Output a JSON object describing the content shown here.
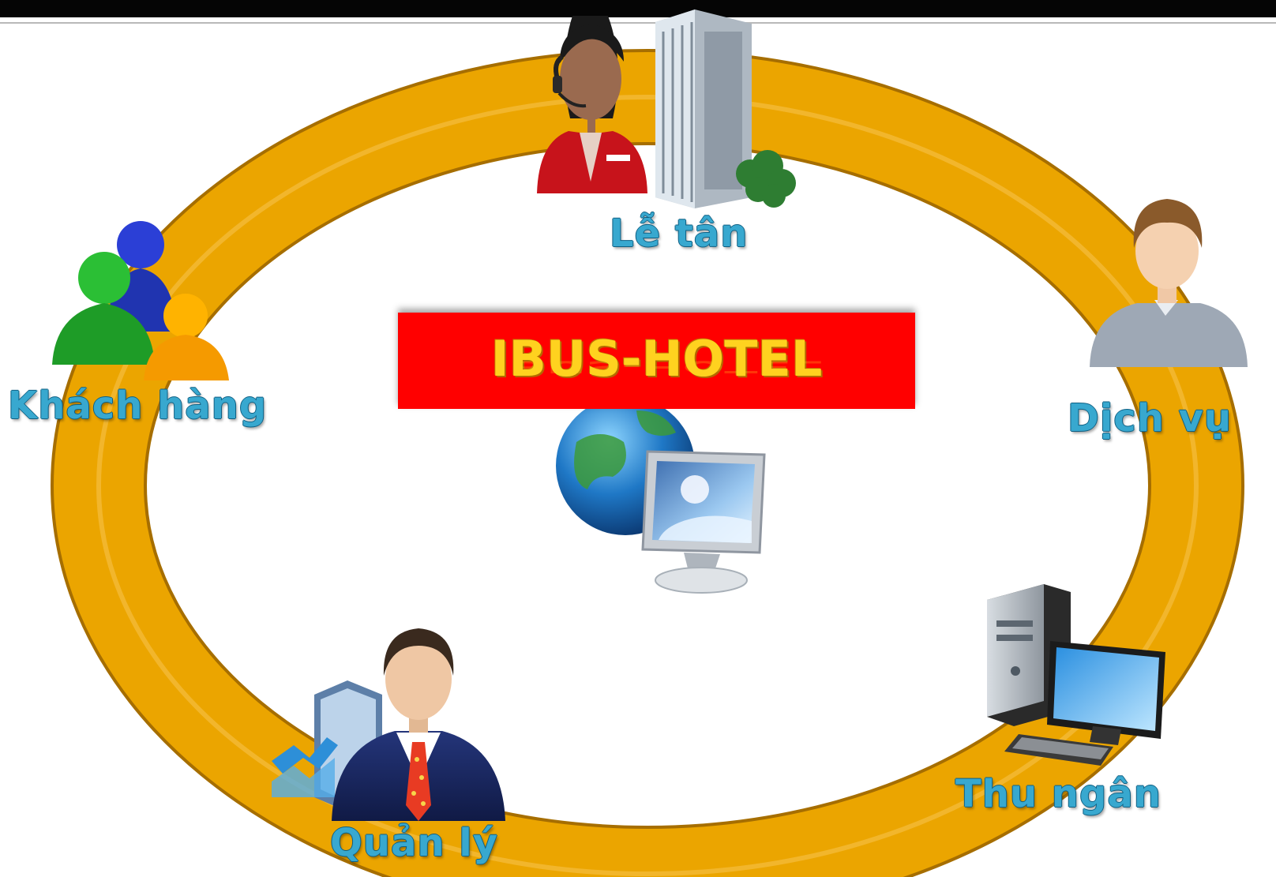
{
  "title": "IBUS-HOTEL",
  "nodes": {
    "le_tan": "Lễ tân",
    "khach_hang": "Khách hàng",
    "dich_vu": "Dịch vụ",
    "thu_ngan": "Thu ngân",
    "quan_ly": "Quản lý"
  },
  "colors": {
    "ring": "#eba500",
    "title_background": "#ff0000",
    "title_text": "#ffd21f",
    "node_label": "#38a8cf"
  },
  "icons": {
    "le_tan": [
      "receptionist-headset-icon",
      "hotel-building-icon"
    ],
    "khach_hang": "customer-group-icon",
    "dich_vu": "service-staff-icon",
    "thu_ngan": "desktop-computer-icon",
    "quan_ly": "manager-chart-icon",
    "center": "globe-monitor-icon"
  }
}
